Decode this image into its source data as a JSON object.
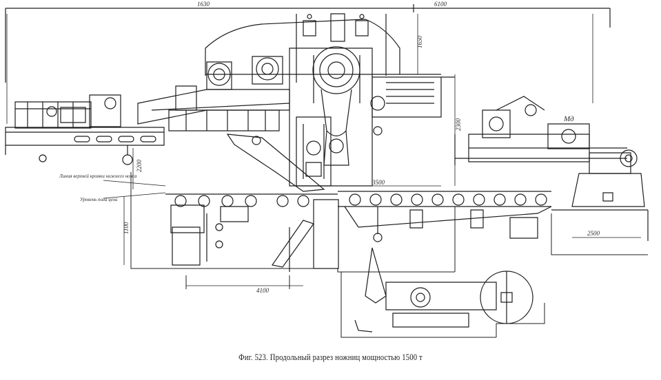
{
  "figure": {
    "caption": "Фиг. 523. Продольный разрез ножниц мощностью 1500 т"
  },
  "dimensions": {
    "top_left": "1630",
    "top_right": "6100",
    "height_main": "1650",
    "height_right": "2300",
    "vertical_a": "2200",
    "vertical_b": "1100",
    "horizontal_bottom": "4100",
    "right_base": "2500",
    "roller_pitch": "3500",
    "motor_label": "Мд"
  },
  "annotations": {
    "level_line_upper": "Линия верхней кромки нижнего ножа",
    "level_line_lower": "Уровень пола цеха"
  },
  "colors": {
    "ink": "#1c1c1c",
    "paper": "#ffffff",
    "faint": "#8a8a8a"
  }
}
